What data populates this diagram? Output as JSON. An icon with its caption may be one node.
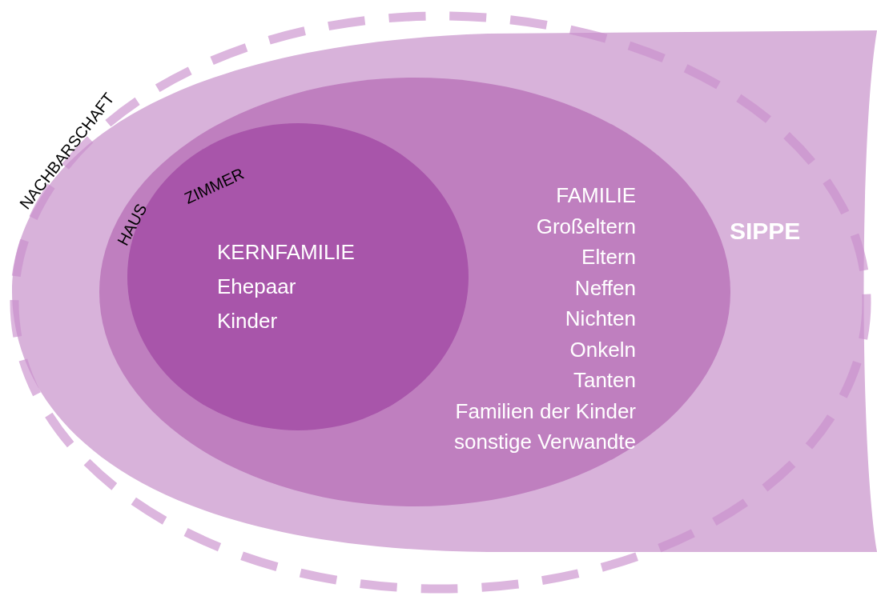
{
  "diagram": {
    "nodes": [
      {
        "text": [
          "NACHBARSCHAFT"
        ]
      },
      {
        "text": [
          "SIPPE"
        ]
      },
      {
        "text": [
          "HAUS",
          "FAMILIE",
          "Großeltern",
          "Eltern",
          "Neffen",
          "Nichten",
          "Onkeln",
          "Tanten",
          "Familien der Kinder",
          "sonstige Verwandte"
        ],
        "in": 1
      },
      {
        "text": [
          "ZIMMER",
          "KERNFAMILIE",
          "Ehepaar",
          "Kinder"
        ],
        "in": 2
      }
    ],
    "edges": []
  }
}
